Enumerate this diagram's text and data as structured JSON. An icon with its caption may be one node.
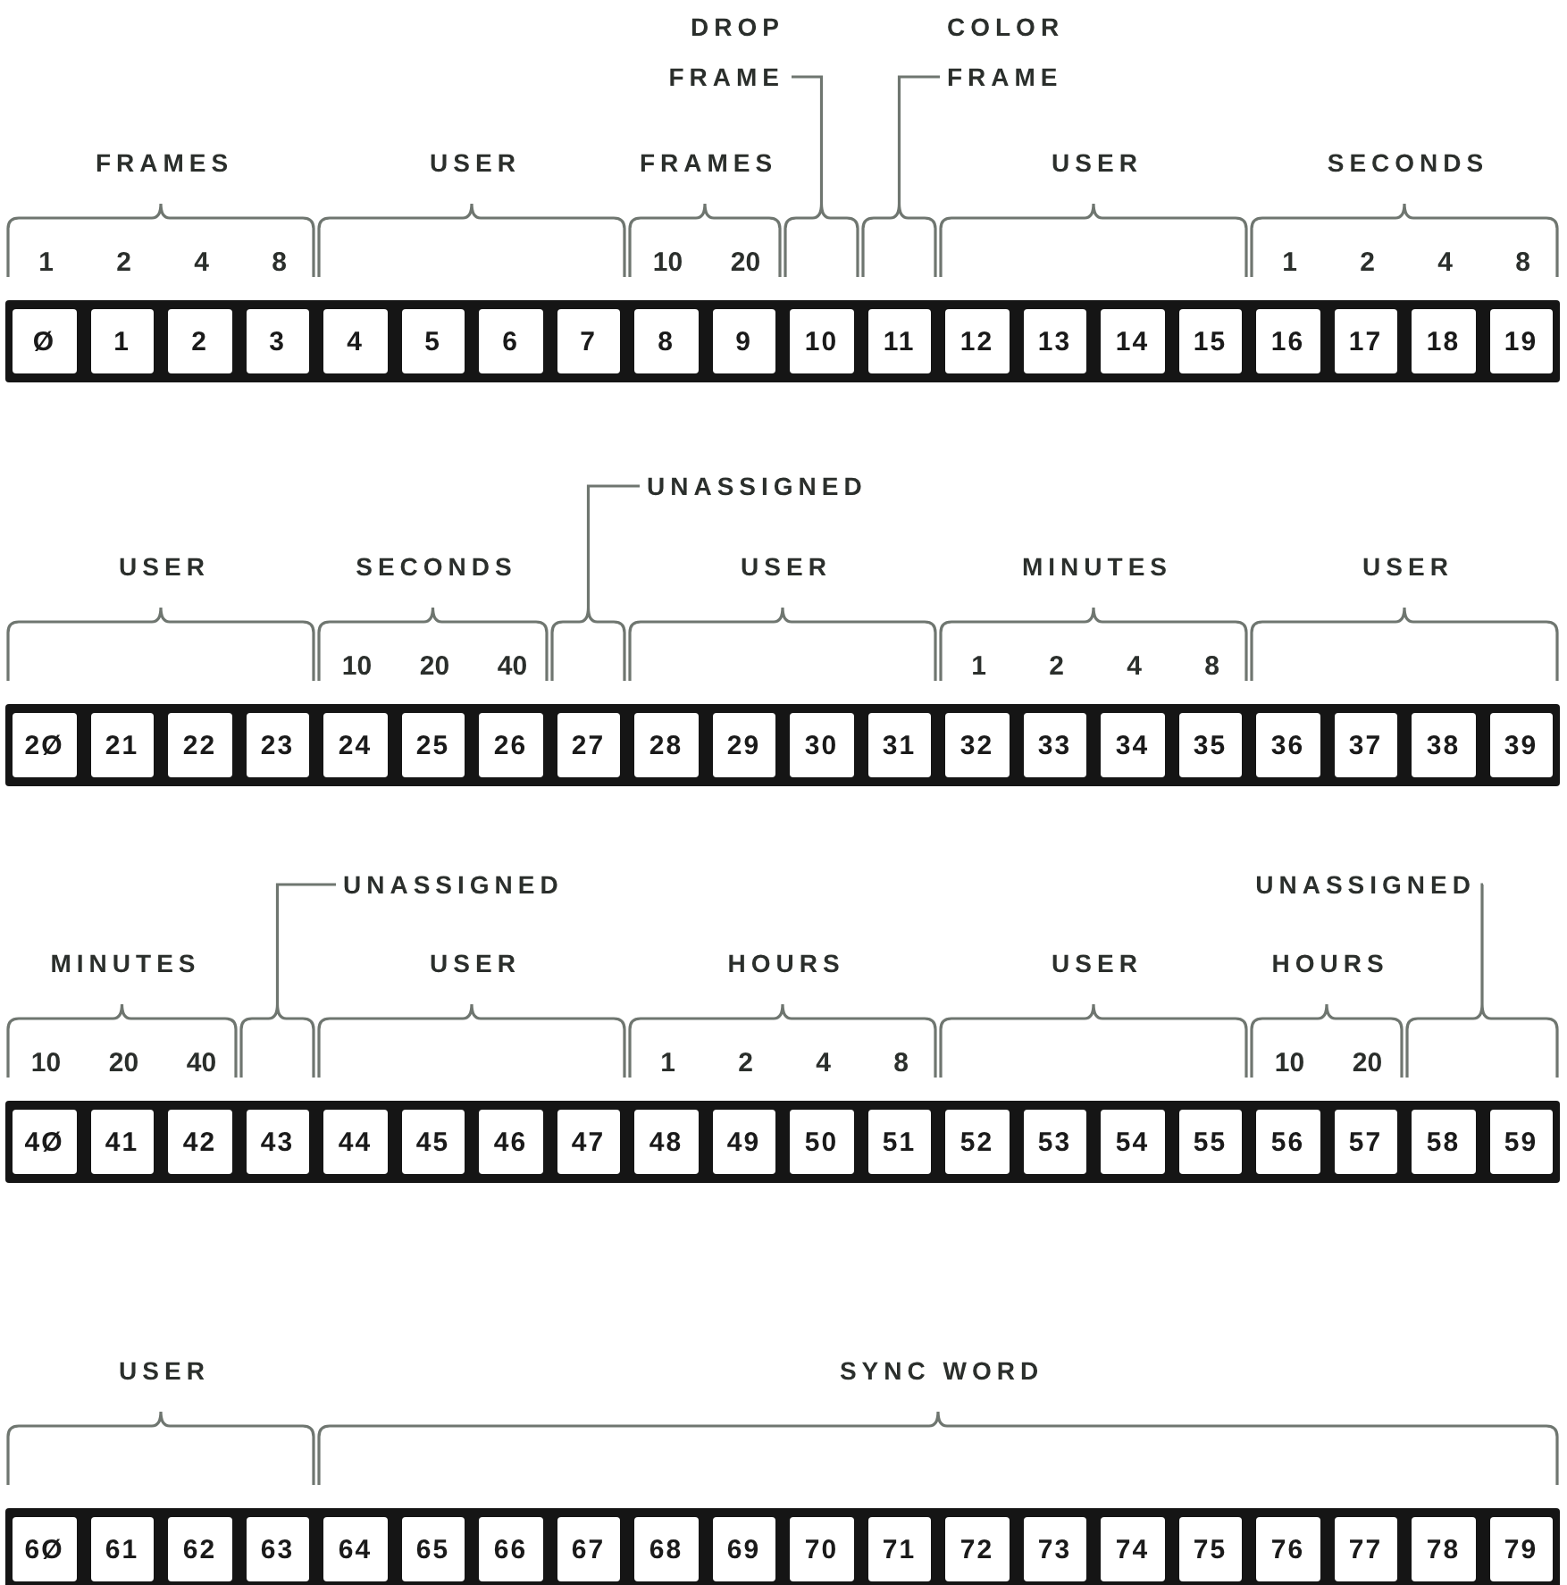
{
  "diagram": {
    "nodes": [
      {
        "text": [
          "DROP FRAME"
        ]
      },
      {
        "text": [
          "COLOR FRAME"
        ]
      },
      {
        "text": [
          "Ø"
        ]
      },
      {
        "text": [
          "1"
        ]
      },
      {
        "text": [
          "2"
        ]
      },
      {
        "text": [
          "3"
        ]
      },
      {
        "text": [
          "4"
        ]
      },
      {
        "text": [
          "5"
        ]
      },
      {
        "text": [
          "6"
        ]
      },
      {
        "text": [
          "7"
        ]
      },
      {
        "text": [
          "8"
        ]
      },
      {
        "text": [
          "9"
        ]
      },
      {
        "text": [
          "10"
        ]
      },
      {
        "text": [
          "11"
        ]
      },
      {
        "text": [
          "12"
        ]
      },
      {
        "text": [
          "13"
        ]
      },
      {
        "text": [
          "14"
        ]
      },
      {
        "text": [
          "15"
        ]
      },
      {
        "text": [
          "16"
        ]
      },
      {
        "text": [
          "17"
        ]
      },
      {
        "text": [
          "18"
        ]
      },
      {
        "text": [
          "19"
        ]
      },
      {
        "text": [
          "UNASSIGNED"
        ]
      },
      {
        "text": [
          "2Ø"
        ]
      },
      {
        "text": [
          "21"
        ]
      },
      {
        "text": [
          "22"
        ]
      },
      {
        "text": [
          "23"
        ]
      },
      {
        "text": [
          "24"
        ]
      },
      {
        "text": [
          "25"
        ]
      },
      {
        "text": [
          "26"
        ]
      },
      {
        "text": [
          "27"
        ]
      },
      {
        "text": [
          "28"
        ]
      },
      {
        "text": [
          "29"
        ]
      },
      {
        "text": [
          "30"
        ]
      },
      {
        "text": [
          "31"
        ]
      },
      {
        "text": [
          "32"
        ]
      },
      {
        "text": [
          "33"
        ]
      },
      {
        "text": [
          "34"
        ]
      },
      {
        "text": [
          "35"
        ]
      },
      {
        "text": [
          "36"
        ]
      },
      {
        "text": [
          "37"
        ]
      },
      {
        "text": [
          "38"
        ]
      },
      {
        "text": [
          "39"
        ]
      },
      {
        "text": [
          "UNASSIGNED"
        ]
      },
      {
        "text": [
          "UNASSIGNED"
        ]
      },
      {
        "text": [
          "4Ø"
        ]
      },
      {
        "text": [
          "41"
        ]
      },
      {
        "text": [
          "42"
        ]
      },
      {
        "text": [
          "43"
        ]
      },
      {
        "text": [
          "44"
        ]
      },
      {
        "text": [
          "45"
        ]
      },
      {
        "text": [
          "46"
        ]
      },
      {
        "text": [
          "47"
        ]
      },
      {
        "text": [
          "48"
        ]
      },
      {
        "text": [
          "49"
        ]
      },
      {
        "text": [
          "50"
        ]
      },
      {
        "text": [
          "51"
        ]
      },
      {
        "text": [
          "52"
        ]
      },
      {
        "text": [
          "53"
        ]
      },
      {
        "text": [
          "54"
        ]
      },
      {
        "text": [
          "55"
        ]
      },
      {
        "text": [
          "56"
        ]
      },
      {
        "text": [
          "57"
        ]
      },
      {
        "text": [
          "58"
        ]
      },
      {
        "text": [
          "59"
        ]
      },
      {
        "text": [
          "6Ø"
        ]
      },
      {
        "text": [
          "61"
        ]
      },
      {
        "text": [
          "62"
        ]
      },
      {
        "text": [
          "63"
        ]
      },
      {
        "text": [
          "64"
        ]
      },
      {
        "text": [
          "65"
        ]
      },
      {
        "text": [
          "66"
        ]
      },
      {
        "text": [
          "67"
        ]
      },
      {
        "text": [
          "68"
        ]
      },
      {
        "text": [
          "69"
        ]
      },
      {
        "text": [
          "70"
        ]
      },
      {
        "text": [
          "71"
        ]
      },
      {
        "text": [
          "72"
        ]
      },
      {
        "text": [
          "73"
        ]
      },
      {
        "text": [
          "74"
        ]
      },
      {
        "text": [
          "75"
        ]
      },
      {
        "text": [
          "76"
        ]
      },
      {
        "text": [
          "77"
        ]
      },
      {
        "text": [
          "78"
        ]
      },
      {
        "text": [
          "79"
        ]
      },
      {
        "text": [],
        "shape": "bracket"
      },
      {
        "text": [],
        "shape": "bracket"
      },
      {
        "text": [],
        "shape": "bracket"
      },
      {
        "text": [],
        "shape": "bracket"
      },
      {
        "text": [],
        "shape": "bracket"
      }
    ],
    "edges": [
      {
        "from": 0,
        "to": 85,
        "arrow": "none"
      },
      {
        "from": 1,
        "to": 86,
        "arrow": "none"
      },
      {
        "from": 22,
        "to": 87,
        "arrow": "none"
      },
      {
        "from": 43,
        "to": 88,
        "arrow": "none"
      },
      {
        "from": 44,
        "to": 89,
        "arrow": "none"
      }
    ],
    "labels": [
      "FRAMES",
      "USER",
      "FRAMES",
      "USER",
      "SECONDS",
      "1",
      "2",
      "4",
      "8",
      "10",
      "20",
      "1",
      "2",
      "4",
      "8",
      "USER",
      "SECONDS",
      "USER",
      "MINUTES",
      "USER",
      "10",
      "20",
      "40",
      "1",
      "2",
      "4",
      "8",
      "MINUTES",
      "USER",
      "HOURS",
      "USER",
      "HOURS",
      "10",
      "20",
      "40",
      "1",
      "2",
      "4",
      "8",
      "10",
      "20",
      "USER",
      "SYNC WORD"
    ]
  }
}
